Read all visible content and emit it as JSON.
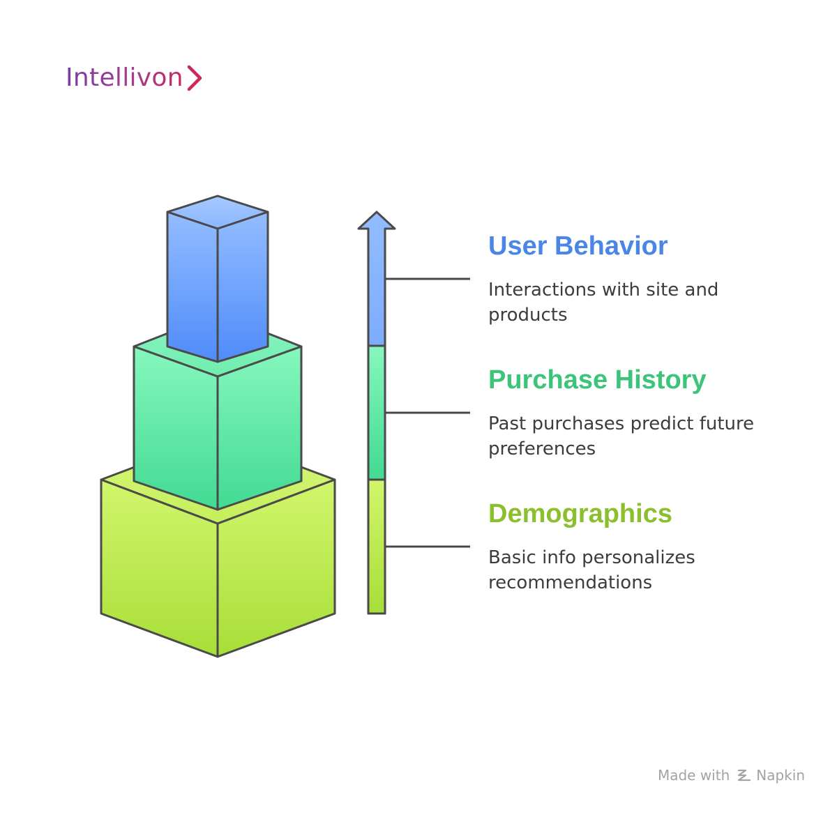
{
  "logo": {
    "text": "Intellivon"
  },
  "levels": [
    {
      "title": "User Behavior",
      "description": "Interactions with site and products",
      "color": "#4a86e8"
    },
    {
      "title": "Purchase History",
      "description": "Past purchases predict future preferences",
      "color": "#3cc47a"
    },
    {
      "title": "Demographics",
      "description": "Basic info personalizes recommendations",
      "color": "#8cbf2e"
    }
  ],
  "watermark": {
    "prefix": "Made with",
    "brand": "Napkin"
  }
}
